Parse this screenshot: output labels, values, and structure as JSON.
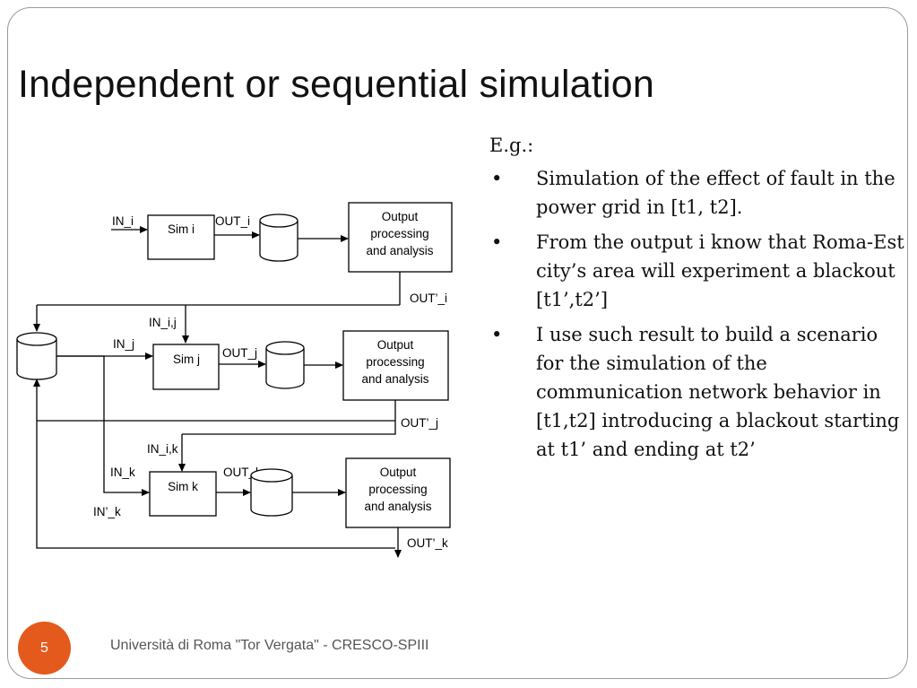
{
  "slide": {
    "title": "Independent or sequential simulation",
    "page_number": "5",
    "footer": "Università di Roma \"Tor Vergata\" - CRESCO-SPIII"
  },
  "diagram": {
    "sim_i": {
      "label": "Sim i",
      "in": "IN_i",
      "out": "OUT_i",
      "out_prime": "OUT’_i"
    },
    "sim_j": {
      "label": "Sim j",
      "in": "IN_j",
      "in_link": "IN_i,j",
      "out": "OUT_j",
      "out_prime": "OUT’_j"
    },
    "sim_k": {
      "label": "Sim k",
      "in": "IN_k",
      "in_link": "IN_i,k",
      "in_prime": "IN’_k",
      "out": "OUT_k",
      "out_prime": "OUT’_k"
    },
    "processing_box": {
      "line1": "Output",
      "line2": "processing",
      "line3": "and analysis"
    }
  },
  "text": {
    "lead": "E.g.:",
    "bullet_symbol": "•",
    "bullets": [
      "Simulation of the effect of fault in the power grid in [t1, t2].",
      "From the output i know that Roma-Est city’s area will experiment a blackout  [t1’,t2’]",
      "I use such result to build a scenario for the simulation of the communication network behavior in [t1,t2] introducing a blackout starting at t1’ and ending at t2’"
    ]
  },
  "colors": {
    "badge": "#e45a1c",
    "frame": "#9a9a9a",
    "footer_text": "#555555"
  }
}
